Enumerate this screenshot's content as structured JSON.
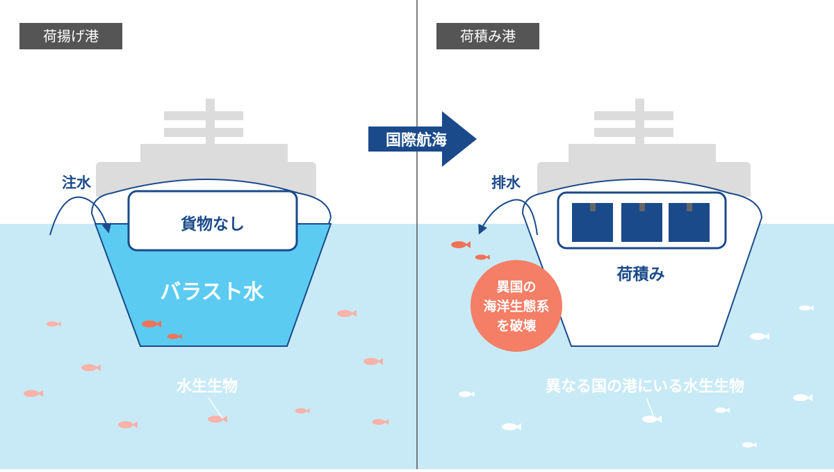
{
  "colors": {
    "sea": "#c8eaf6",
    "ballast": "#5ccbf1",
    "navy": "#1a4a8a",
    "ship_gray": "#dcdcdc",
    "fish_red": "#f07258",
    "fish_pink": "#f8b2a8",
    "warning_circle": "#f47e66",
    "label_gray": "#555555"
  },
  "left_panel": {
    "port_label": "荷揚げ港",
    "action_label": "注水",
    "cargo_label": "貨物なし",
    "ballast_label": "バラスト水",
    "organisms_label": "水生生物"
  },
  "center": {
    "voyage_label": "国際航海"
  },
  "right_panel": {
    "port_label": "荷積み港",
    "action_label": "排水",
    "cargo_label": "荷積み",
    "warning_lines": [
      "異国の",
      "海洋生態系",
      "を破壊"
    ],
    "organisms_label": "異なる国の港にいる水生生物"
  }
}
